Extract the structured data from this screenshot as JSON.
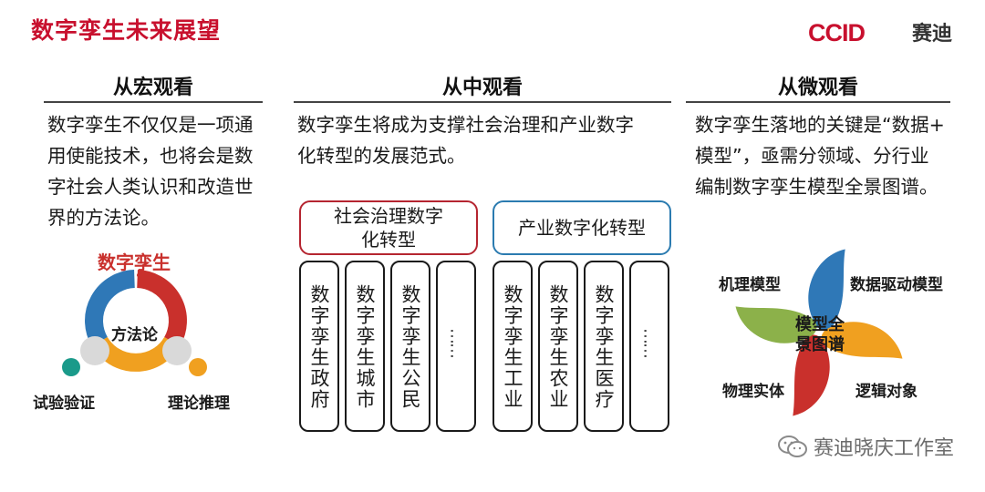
{
  "header": {
    "title": "数字孪生未来展望",
    "brand_logo_text": "CCID",
    "brand_name": "赛迪"
  },
  "columns": {
    "macro": {
      "heading": "从宏观看",
      "text": [
        "数字孪生不仅仅是一项通",
        "用使能技术，也将会是数",
        "字社会人类认识和改造世",
        "界的方法论。"
      ]
    },
    "meso": {
      "heading": "从中观看",
      "text": [
        "数字孪生将成为支撑社会治理和产业数字",
        "化转型的发展范式。"
      ]
    },
    "micro": {
      "heading": "从微观看",
      "text": [
        "数字孪生落地的关键是“数据+",
        "模型”，亟需分领域、分行业",
        "编制数字孪生模型全景图谱。"
      ]
    }
  },
  "triangle_diagram": {
    "top_label": "数字孪生",
    "center_label": "方法论",
    "left_label": "试验验证",
    "right_label": "理论推理",
    "colors": {
      "red": "#c9302c",
      "blue": "#2f78b7",
      "orange": "#f0a020",
      "teal": "#1a9a8a",
      "grey": "#d9d9d9"
    }
  },
  "groups": {
    "social": {
      "title_lines": [
        "社会治理数字",
        "化转型"
      ],
      "items": [
        "数字孪生政府",
        "数字孪生城市",
        "数字孪生公民",
        "……"
      ],
      "color": "#b52530"
    },
    "industry": {
      "title_lines": [
        "产业数字化转型"
      ],
      "items": [
        "数字孪生工业",
        "数字孪生农业",
        "数字孪生医疗",
        "……"
      ],
      "color": "#2b7bb0"
    }
  },
  "pinwheel": {
    "center_lines": [
      "模型全",
      "景图谱"
    ],
    "labels": {
      "top_left": "机理模型",
      "top_right": "数据驱动模型",
      "bottom_left": "物理实体",
      "bottom_right": "逻辑对象"
    },
    "colors": {
      "blue": "#2f78b7",
      "orange": "#f0a020",
      "red": "#c9302c",
      "green": "#8cb14a"
    }
  },
  "watermark": {
    "text": "赛迪晓庆工作室"
  }
}
